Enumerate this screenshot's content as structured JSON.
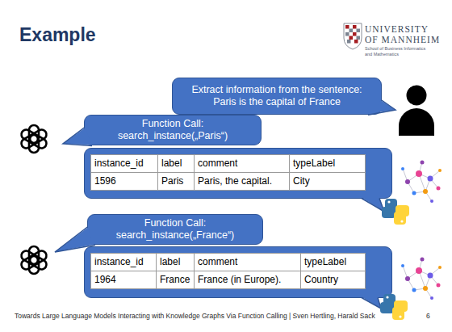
{
  "diagram": {
    "title": "Example",
    "nodes": [
      {
        "text": [
          "Extract information from the sentence: Paris is the capital of France"
        ]
      },
      {
        "text": [
          "Function Call: search_instance(„Paris“)"
        ]
      },
      {
        "text": [
          "Function Call: search_instance(„France“)"
        ]
      }
    ],
    "labels": [
      "UNIVERSITY",
      "OF MANNHEIM",
      "School of Business Informatics and Mathematics",
      "instance_id",
      "label",
      "comment",
      "typeLabel",
      "1596",
      "Paris",
      "Paris, the capital.",
      "City",
      "instance_id",
      "label",
      "comment",
      "typeLabel",
      "1964",
      "France",
      "France (in Europe).",
      "Country",
      "Towards Large Language Models Interacting with Knowledge Graphs Via Function Calling | Sven Hertling, Harald Sack",
      "6"
    ]
  }
}
